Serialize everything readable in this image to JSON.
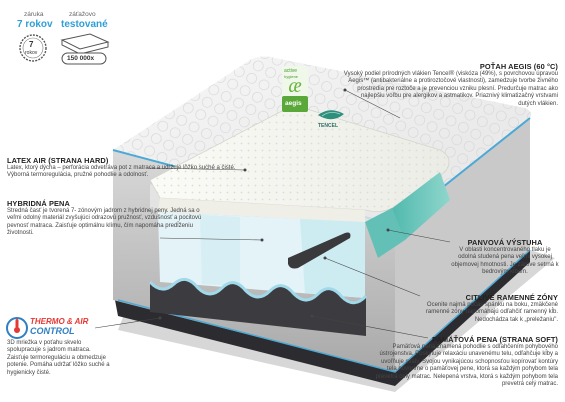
{
  "badges": {
    "warranty": {
      "caption": "záruka",
      "value": "7 rokov",
      "seal_number": "7",
      "seal_unit": "rokov"
    },
    "tested": {
      "caption": "záťažovo",
      "value": "testované",
      "cycles": "150 000x"
    }
  },
  "logos": {
    "aegis": {
      "top": "active",
      "sub": "hygiene",
      "word": "aegis"
    },
    "tencel": "TENCEL",
    "thermo": {
      "line1": "THERMO & AIR",
      "line2": "CONTROL"
    }
  },
  "callouts": {
    "cover": {
      "title": "POŤAH AEGIS (60 °C)",
      "text": "Vysoký podiel prírodných vlákien Tencel® (viskóza (49%), s povrchovou úpravou Aegis™ (antibakteriálne a protiroztočové vlastnosti), zamedzuje tvorbe živného prostredia pre roztoče a je prevenciou vzniku plesní. Predurčuje matrac ako najlepšiu voľbu pre alergikov a astmatikov. Priaznivý klimatizačný vrstvami dutých vlákien."
    },
    "latex": {
      "title": "LATEX AIR (STRANA HARD)",
      "text": "Latex, ktorý dýcha – perforácia odvetráva pot z matraca a udržuje lôžko suché a čisté. Výborná termoregulácia, pružné pohodlie a odolnosť."
    },
    "hybrid": {
      "title": "HYBRIDNÁ PENA",
      "text": "Stredná časť je tvorená 7- zónovým jadrom z hybridnej peny. Jedná sa o veľmi odolný materiál zvyšujúci odrazovú pružnosť, vzdušnosť a pocitovú pevnosť matraca. Zaisťuje optimálnu klímu, čím napomáha predĺženiu životnosti."
    },
    "panel": {
      "title": "PANVOVÁ VÝSTUHA",
      "text": "V oblasti koncentrovaného tlaku je odolná studená pena veľmi vysokej objemovej hmotnosti. Je zárove setrná k bedrovým kĺbom."
    },
    "shoulder": {
      "title": "CITLIVÉ RAMENNÉ ZÓNY",
      "text": "Ocenite najmä počas spánku na boku, zmäkčené ramenné zóny napomáhajú odľahčiť ramenný kĺb. Nedochádza tak k „preležaniu\"."
    },
    "memory": {
      "title": "PAMÄŤOVÁ PENA (STRANA SOFT)",
      "text": "Pamäťová pena znamená pohodlie s odľahčením pohybového ústrojenstva. Poskytuje relaxáciu unavenému telu, odľahčuje kĺby a uvoľňuje svaly. Svojou vynikajúcou schopnosťou kopírovať kontúry tela hovoríme o pamäťovej pene, ktorá sa každým pohybom tela prevetrá celý matrac. Nelepená vrstva, ktorá s každým pohybom tela prevetrá celý matrac."
    },
    "thermo": {
      "text": "3D mriežka v poťahu skvelo spolupracuje s jadrom matraca. Zaisťuje termoreguláciu a obmedzuje potenie. Pomáha udržať lôžko suché a hygienicky čisté."
    }
  }
}
